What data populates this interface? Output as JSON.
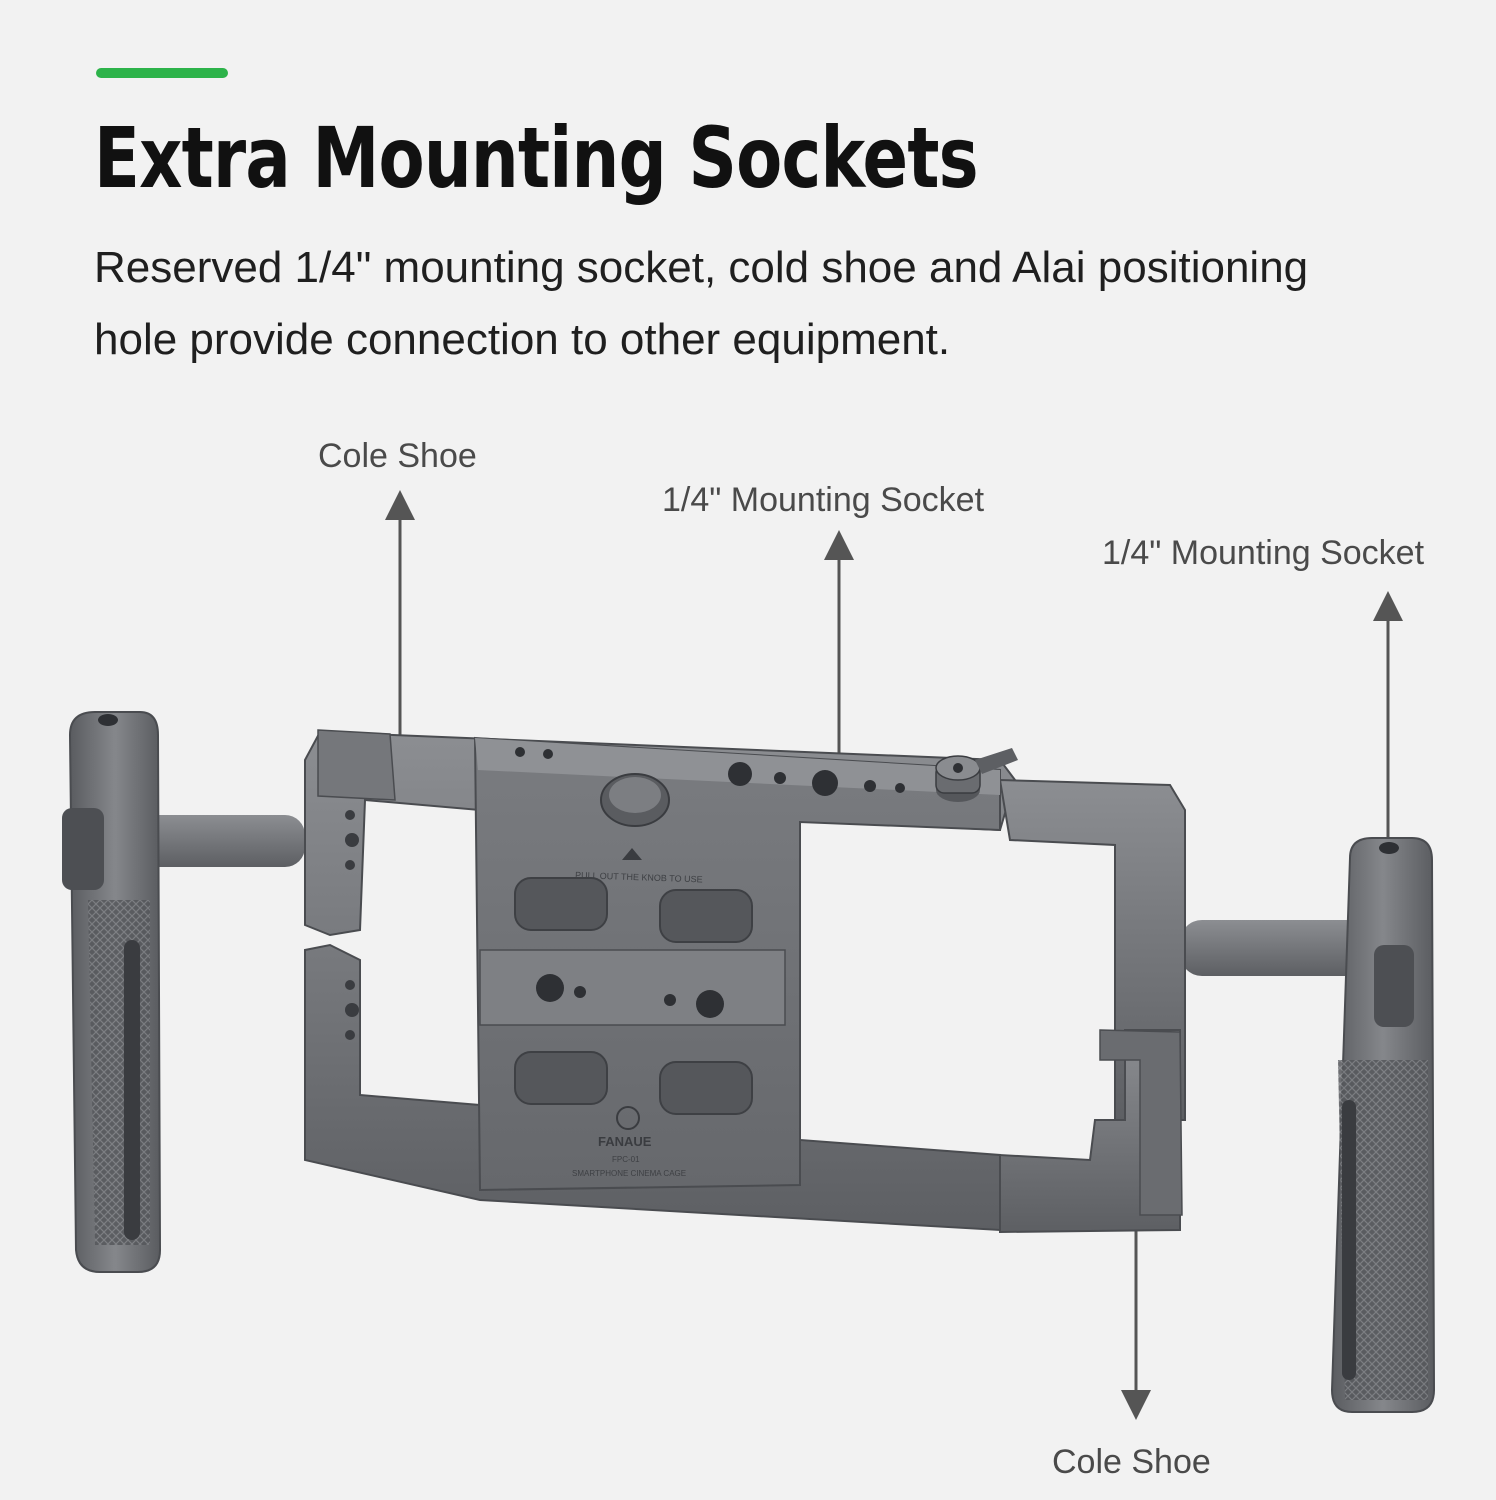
{
  "colors": {
    "accent": "#2db34a",
    "background": "#f2f2f2",
    "metal": "#6f7175",
    "metal_light": "#9a9ca0",
    "metal_dark": "#4a4c50",
    "arrow": "#555555"
  },
  "header": {
    "title": "Extra Mounting Sockets",
    "subtitle": "Reserved 1/4\" mounting socket, cold shoe and Alai positioning hole provide connection to other equipment."
  },
  "callouts": [
    {
      "label": "Cole Shoe"
    },
    {
      "label": "1/4\" Mounting Socket"
    },
    {
      "label": "1/4\" Mounting Socket"
    },
    {
      "label": "Cole Shoe"
    }
  ],
  "product": {
    "brand": "FANAUE",
    "model": "FPC-01",
    "name": "SMARTPHONE CINEMA CAGE",
    "knob_note": "PULL OUT THE KNOB TO USE"
  }
}
